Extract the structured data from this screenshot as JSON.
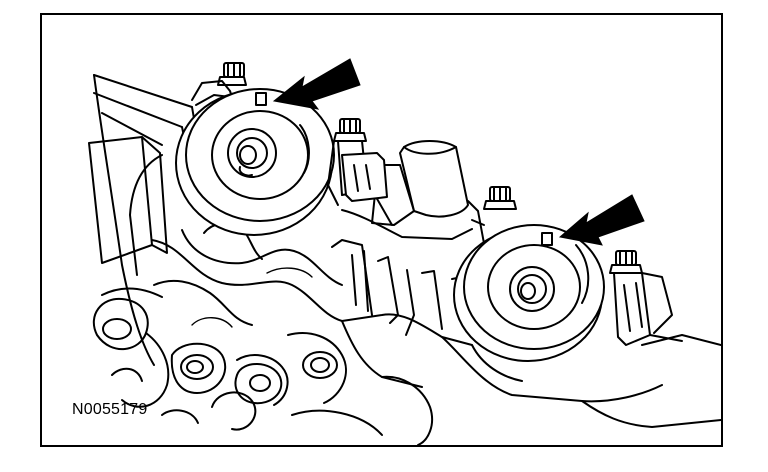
{
  "figure": {
    "id_label": "N0055179"
  },
  "colors": {
    "line": "#000000",
    "background": "#ffffff"
  },
  "callouts": [
    {
      "name": "arrow-upper-sprocket",
      "shape": "filled-arrow"
    },
    {
      "name": "arrow-lower-sprocket",
      "shape": "filled-arrow"
    }
  ]
}
